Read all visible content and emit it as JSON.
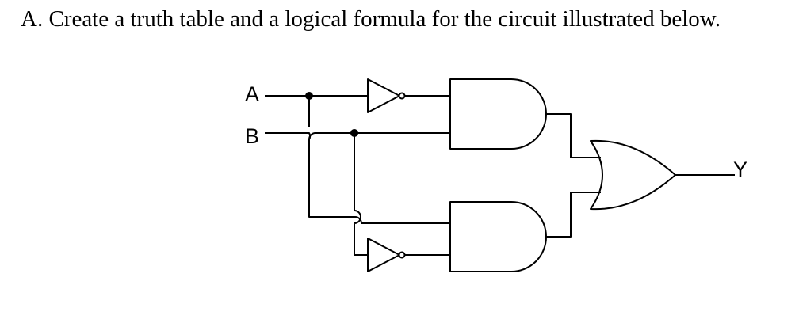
{
  "question": {
    "text": "A. Create a truth table and a logical formula for the circuit illustrated below."
  },
  "circuit": {
    "inputs": [
      {
        "id": "in-a",
        "label": "A"
      },
      {
        "id": "in-b",
        "label": "B"
      }
    ],
    "output": {
      "id": "out-y",
      "label": "Y"
    },
    "gates": [
      {
        "id": "not-top",
        "type": "NOT"
      },
      {
        "id": "and-top",
        "type": "AND"
      },
      {
        "id": "not-bottom",
        "type": "NOT"
      },
      {
        "id": "and-bottom",
        "type": "AND"
      },
      {
        "id": "or-output",
        "type": "OR"
      }
    ],
    "colors": {
      "ink": "#000000",
      "background": "#ffffff"
    }
  }
}
